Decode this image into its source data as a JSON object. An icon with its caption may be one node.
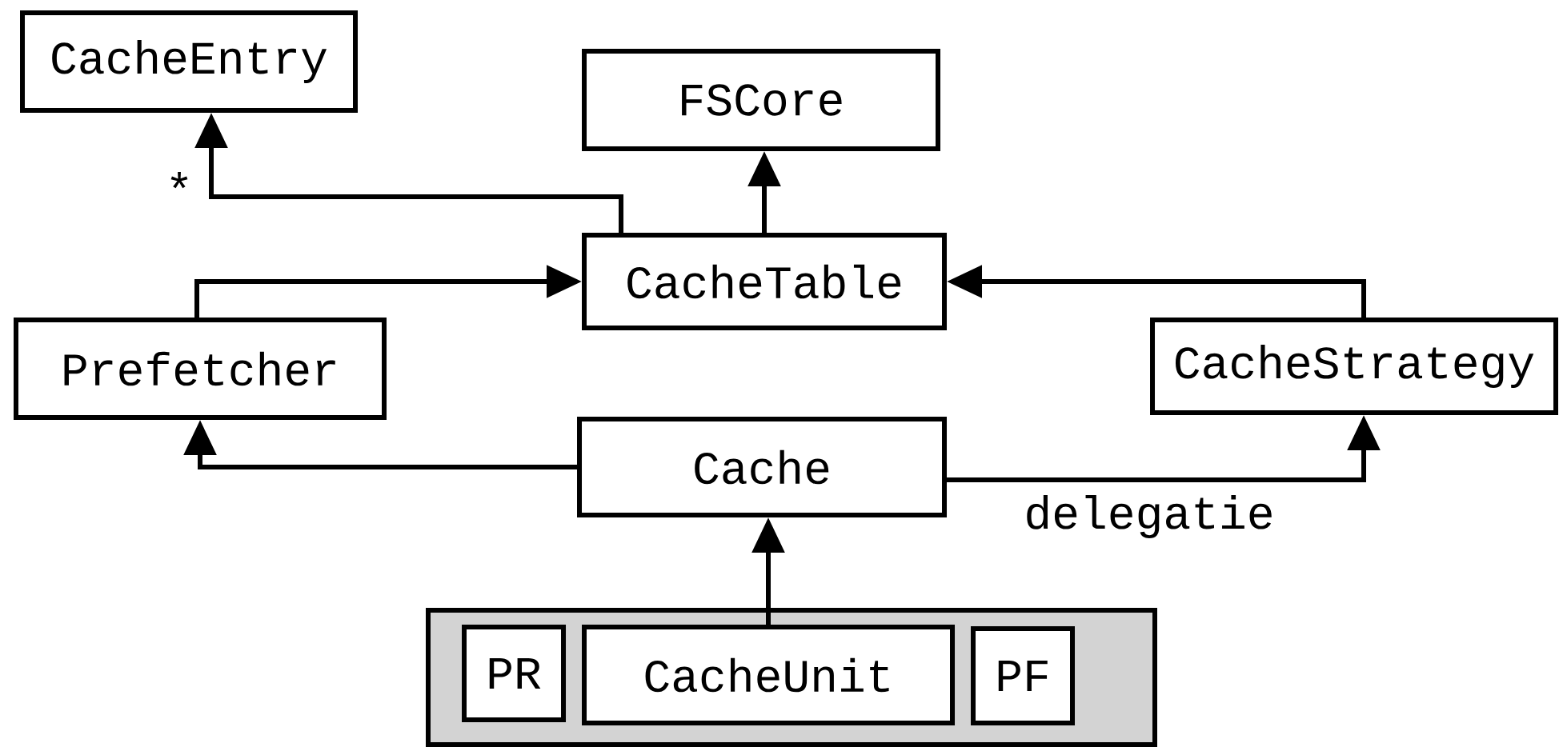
{
  "diagram": {
    "nodes": [
      {
        "text": [
          "CacheEntry"
        ]
      },
      {
        "text": [
          "FSCore"
        ]
      },
      {
        "text": [
          "CacheTable"
        ]
      },
      {
        "text": [
          "Prefetcher"
        ]
      },
      {
        "text": [
          "CacheStrategy"
        ]
      },
      {
        "text": [
          "Cache"
        ]
      },
      {
        "text": [],
        "shape": "box"
      },
      {
        "text": [
          "PR"
        ],
        "in": 6
      },
      {
        "text": [
          "CacheUnit"
        ],
        "in": 6
      },
      {
        "text": [
          "PF"
        ],
        "in": 6
      }
    ],
    "edges": [
      {
        "from": 2,
        "to": 0,
        "arrow": "to",
        "label": "*"
      },
      {
        "from": 2,
        "to": 1,
        "arrow": "to"
      },
      {
        "from": 3,
        "to": 2,
        "arrow": "to"
      },
      {
        "from": 4,
        "to": 2,
        "arrow": "to"
      },
      {
        "from": 5,
        "to": 3,
        "arrow": "to"
      },
      {
        "from": 5,
        "to": 4,
        "arrow": "to",
        "label": "delegatie"
      },
      {
        "from": 8,
        "to": 5,
        "arrow": "to"
      }
    ]
  }
}
